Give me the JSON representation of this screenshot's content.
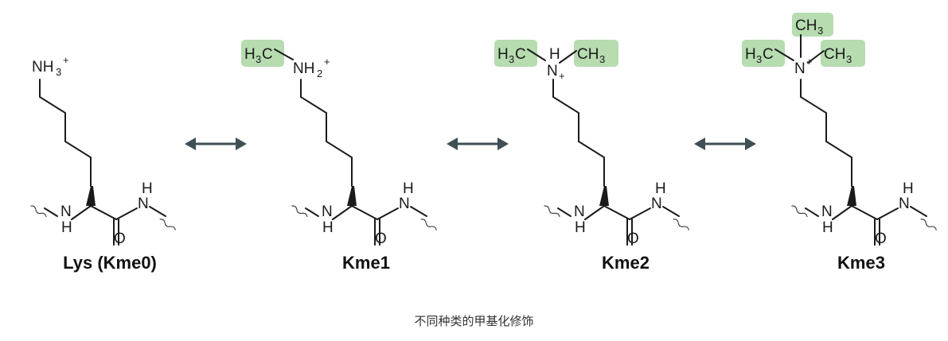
{
  "structures": [
    {
      "label": "Lys (Kme0)",
      "top_group": "NH3+",
      "methyl_groups": []
    },
    {
      "label": "Kme1",
      "top_group": "NH2+",
      "methyl_groups": [
        "H3C"
      ]
    },
    {
      "label": "Kme2",
      "top_group": "NH+",
      "methyl_groups": [
        "H3C",
        "CH3"
      ]
    },
    {
      "label": "Kme3",
      "top_group": "N+",
      "methyl_groups": [
        "H3C",
        "CH3",
        "CH3"
      ]
    }
  ],
  "backbone_atoms": {
    "amine": "NH",
    "carbonyl_O": "O",
    "amide": "NH"
  },
  "arrows": [
    "bidirectional",
    "bidirectional",
    "bidirectional"
  ],
  "colors": {
    "methyl_highlight": "#b6dcb0",
    "arrow": "#3e4f55",
    "ink": "#1a1a1a"
  },
  "caption": "不同种类的甲基化修饰"
}
